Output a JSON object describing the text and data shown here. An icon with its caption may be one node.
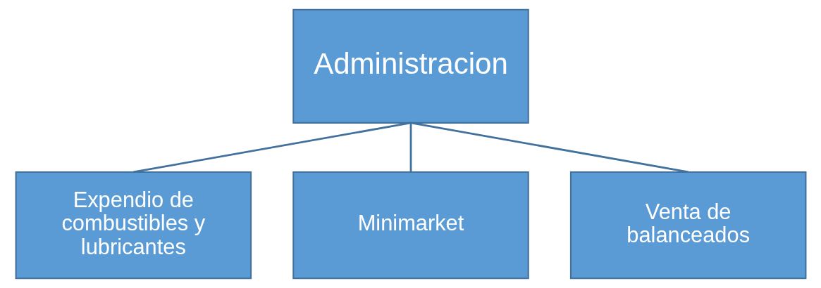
{
  "diagram": {
    "nodes": [
      {
        "text": [
          "Administracion"
        ]
      },
      {
        "text": [
          "Expendio de combustibles y lubricantes"
        ]
      },
      {
        "text": [
          "Minimarket"
        ]
      },
      {
        "text": [
          "Venta de balanceados"
        ]
      }
    ],
    "edges": [
      {
        "from": 0,
        "to": 1,
        "arrow": "none"
      },
      {
        "from": 0,
        "to": 2,
        "arrow": "none"
      },
      {
        "from": 0,
        "to": 3,
        "arrow": "none"
      }
    ]
  }
}
